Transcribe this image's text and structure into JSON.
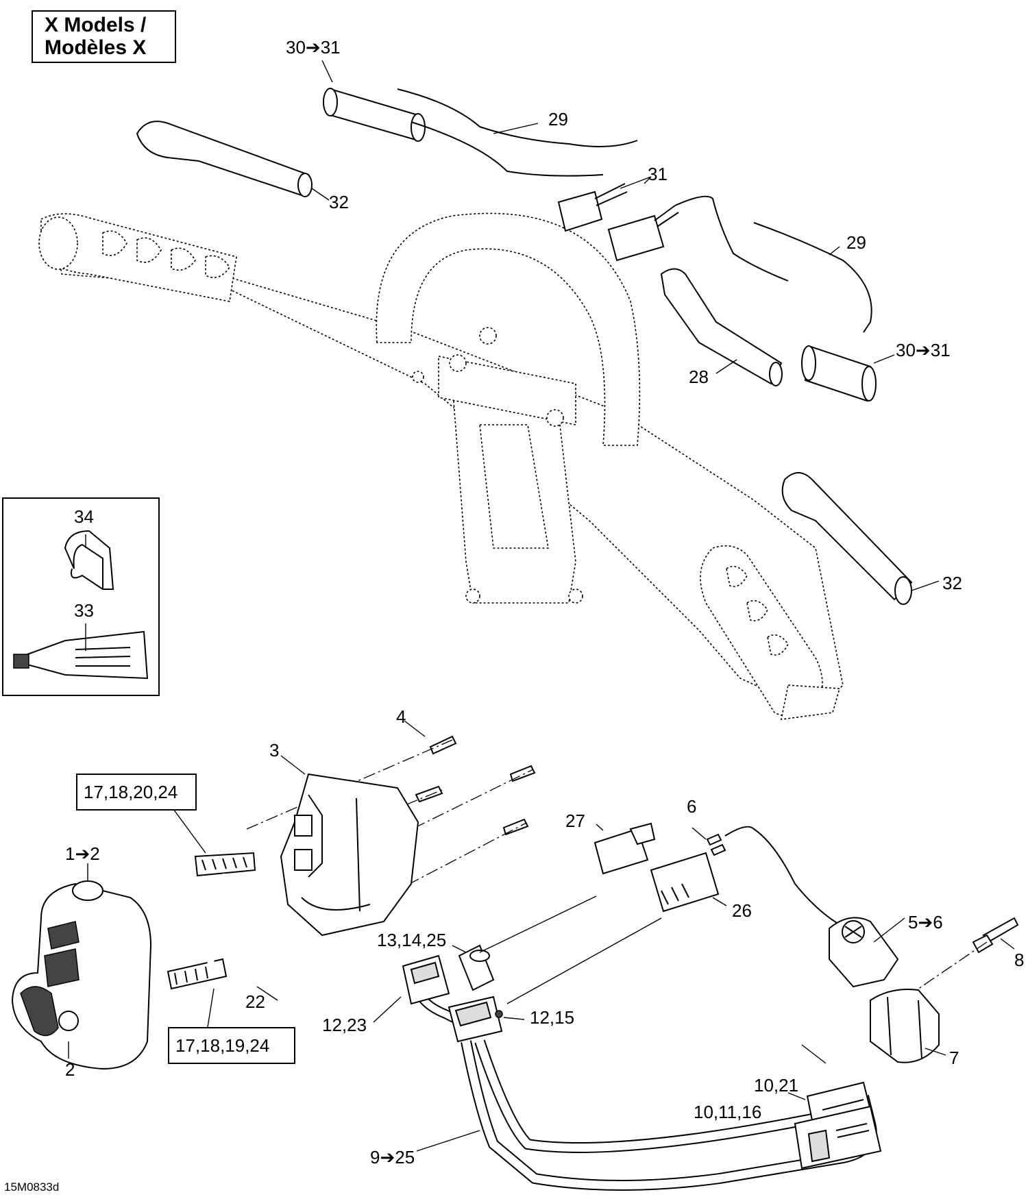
{
  "title_box": {
    "line1": "X Models /",
    "line2": "Modèles X"
  },
  "figure_code": "15M0833d",
  "callouts": {
    "c30_31_top": "30➔31",
    "c29_top": "29",
    "c32_top": "32",
    "c31": "31",
    "c29_right": "29",
    "c28": "28",
    "c30_31_right": "30➔31",
    "c32_right": "32",
    "c34": "34",
    "c33": "33",
    "c4": "4",
    "c3": "3",
    "c17_18_20_24": "17,18,20,24",
    "c1_2": "1➔2",
    "c27": "27",
    "c6": "6",
    "c26": "26",
    "c13_14_25": "13,14,25",
    "c5_6": "5➔6",
    "c8": "8",
    "c12_23": "12,23",
    "c12_15": "12,15",
    "c22": "22",
    "c10_21": "10,21",
    "c10_11_16": "10,11,16",
    "c7": "7",
    "c2": "2",
    "c17_18_19_24": "17,18,19,24",
    "c9_25": "9➔25"
  }
}
